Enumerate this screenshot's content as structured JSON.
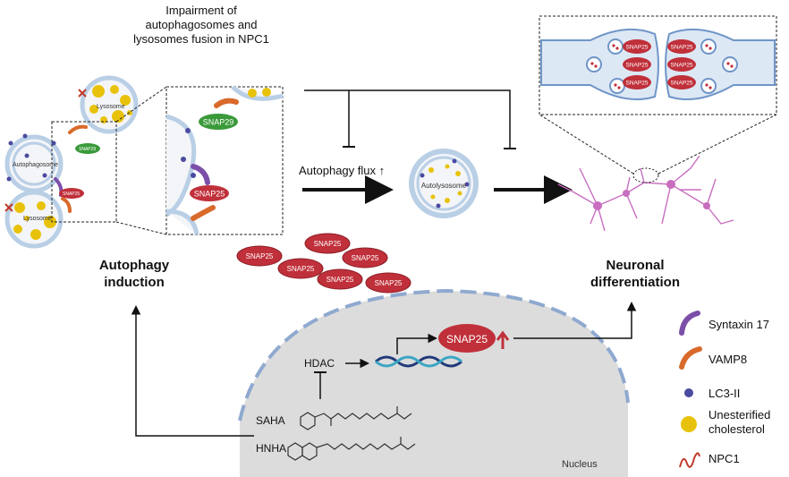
{
  "top_caption": [
    "Impairment of",
    "autophagosomes and",
    "lysosomes fusion in NPC1"
  ],
  "left_labels": {
    "lysosome_top": "Lysosome",
    "autophagosome": "Autophagosome",
    "lysosome_bottom": "Lysosome",
    "snap29_small": "SNAP29",
    "snap25_small": "SNAP25"
  },
  "zoom_labels": {
    "snap29": "SNAP29",
    "snap25": "SNAP25"
  },
  "autophagy_flux": "Autophagy flux",
  "autolysosome": "Autolysosome",
  "autophagy_induction": [
    "Autophagy",
    "induction"
  ],
  "neuronal_differentiation": [
    "Neuronal",
    "differentiation"
  ],
  "snap25_cluster": [
    "SNAP25",
    "SNAP25",
    "SNAP25",
    "SNAP25",
    "SNAP25",
    "SNAP25",
    "SNAP25"
  ],
  "synapse_labels": [
    "SNAP25",
    "SNAP25",
    "SNAP25",
    "SNAP25",
    "SNAP25",
    "SNAP25"
  ],
  "nucleus": {
    "label": "Nucleus",
    "hdac": "HDAC",
    "snap25": "SNAP25",
    "saha": "SAHA",
    "hnha": "HNHA"
  },
  "legend": [
    {
      "label": "Syntaxin 17",
      "icon": "syntaxin17-icon",
      "color": "#7b4fa8"
    },
    {
      "label": "VAMP8",
      "icon": "vamp8-icon",
      "color": "#d96a2b"
    },
    {
      "label": "LC3-II",
      "icon": "lc3-icon",
      "color": "#4a4aa0"
    },
    {
      "label": "Unesterified cholesterol",
      "icon": "cholesterol-icon",
      "color": "#e8c20a"
    },
    {
      "label": "NPC1",
      "icon": "npc1-icon",
      "color": "#c0392b"
    }
  ],
  "colors": {
    "snap25": "#c0303a",
    "snap29": "#3a9a3a",
    "membrane": "#b9cfe6",
    "nucleus": "#dcdcdc",
    "neuron": "#c86dbf"
  }
}
